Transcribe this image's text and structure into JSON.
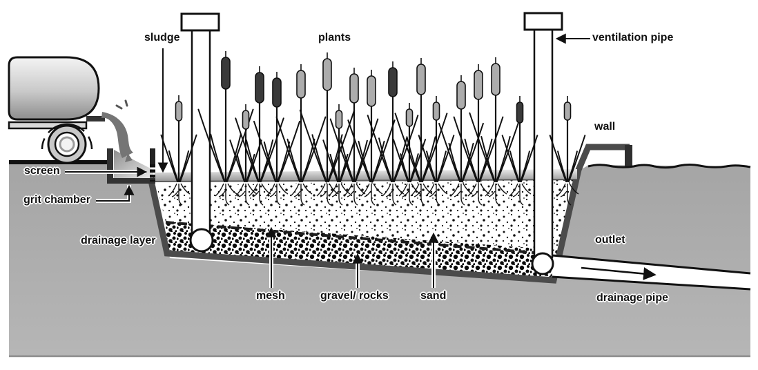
{
  "labels": {
    "sludge": "sludge",
    "plants": "plants",
    "ventilation_pipe": "ventilation pipe",
    "wall": "wall",
    "screen": "screen",
    "grit_chamber": "grit chamber",
    "drainage_layer": "drainage layer",
    "mesh": "mesh",
    "gravel_rocks": "gravel/ rocks",
    "sand": "sand",
    "outlet": "outlet",
    "drainage_pipe": "drainage pipe"
  },
  "colors": {
    "ink": "#111111",
    "ground": "#a9a9a9",
    "ground_light": "#b6b6b6",
    "liner": "#4b4b4b",
    "dark_structure": "#333333",
    "surface_band_top": "#e8e8e8",
    "surface_band_bottom": "#8f8f8f",
    "catkin_light": "#acacac",
    "catkin_dark": "#3a3a3a",
    "sludge_stream": "#757575",
    "tank_top": "#f2f2f2",
    "tank_bottom": "#8f8f8f"
  },
  "plants": [
    [
      259,
      147,
      28,
      "l"
    ],
    [
      327,
      83,
      46,
      "d"
    ],
    [
      356,
      160,
      27,
      "l"
    ],
    [
      376,
      105,
      44,
      "d"
    ],
    [
      401,
      113,
      42,
      "d"
    ],
    [
      436,
      102,
      40,
      "l"
    ],
    [
      474,
      85,
      46,
      "l"
    ],
    [
      491,
      160,
      26,
      "l"
    ],
    [
      513,
      107,
      42,
      "l"
    ],
    [
      538,
      110,
      44,
      "l"
    ],
    [
      569,
      98,
      42,
      "d"
    ],
    [
      593,
      158,
      25,
      "l"
    ],
    [
      610,
      93,
      44,
      "l"
    ],
    [
      632,
      148,
      26,
      "l"
    ],
    [
      668,
      118,
      40,
      "l"
    ],
    [
      693,
      102,
      42,
      "l"
    ],
    [
      718,
      92,
      46,
      "l"
    ],
    [
      753,
      148,
      30,
      "d"
    ],
    [
      822,
      148,
      26,
      "l"
    ]
  ]
}
